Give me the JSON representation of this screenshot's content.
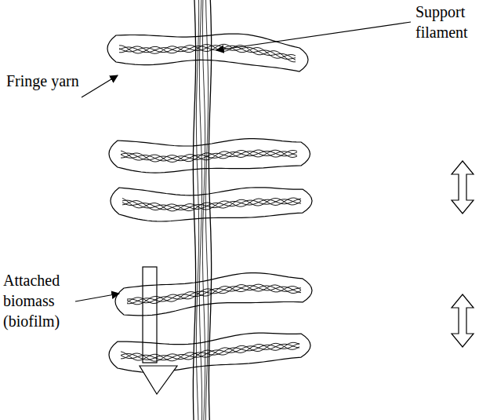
{
  "diagram": {
    "labels": [
      "Support filament",
      "Fringe yarn",
      "Attached biomass (biofilm)"
    ]
  }
}
